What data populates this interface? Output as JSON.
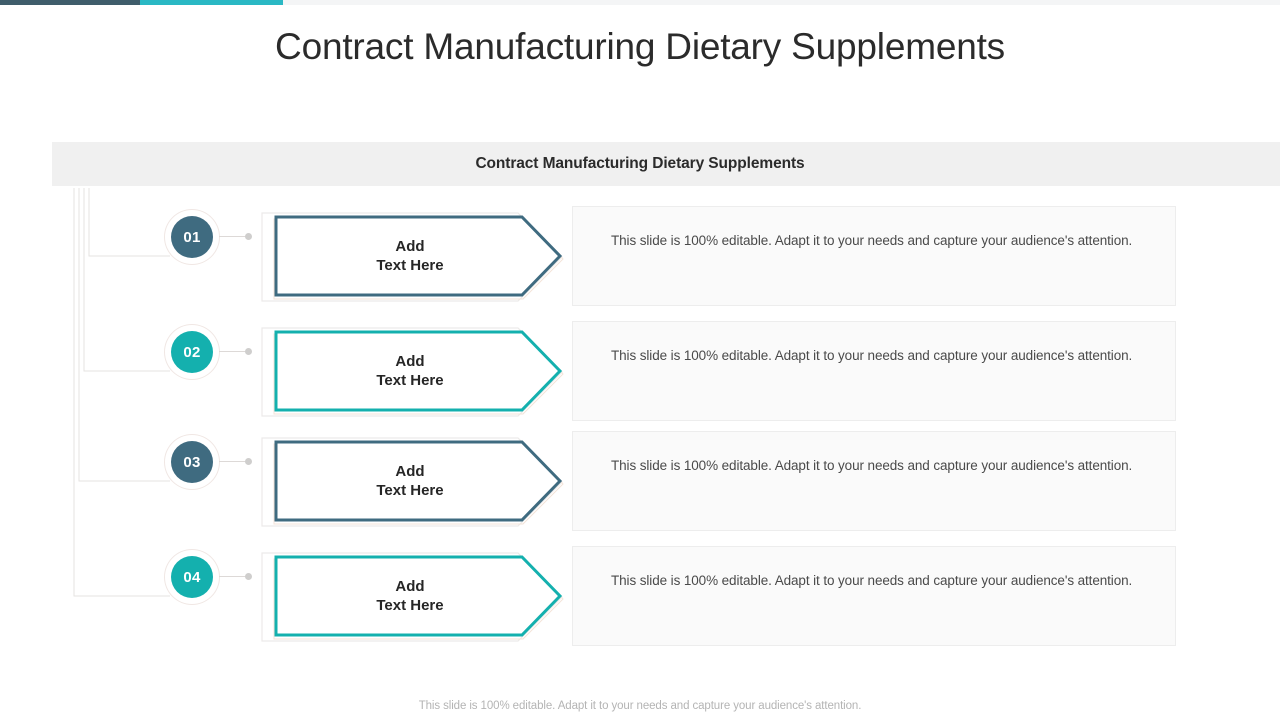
{
  "accent_bar": {
    "segments": [
      {
        "name": "dark",
        "color": "#3f5d6b"
      },
      {
        "name": "teal",
        "color": "#2ab8c4"
      },
      {
        "name": "light",
        "color": "#f4f5f6"
      }
    ]
  },
  "page_title": "Contract Manufacturing Dietary Supplements",
  "section_header": {
    "title": "Contract Manufacturing Dietary Supplements"
  },
  "colors": {
    "slate": "#3f6b80",
    "teal": "#14b0ae",
    "ring": "#f0e7e4",
    "connector": "#ddd9d7",
    "desc_bg": "#fafafa",
    "desc_border": "#ededed",
    "header_bg": "#f0f0f0"
  },
  "rows": [
    {
      "number": "01",
      "accent": "#3f6b80",
      "label_line1": "Add",
      "label_line2": "Text Here",
      "description": "This slide is 100% editable. Adapt it to your needs and capture your audience's attention."
    },
    {
      "number": "02",
      "accent": "#14b0ae",
      "label_line1": "Add",
      "label_line2": "Text Here",
      "description": "This slide is 100% editable. Adapt it to your needs and capture your audience's attention."
    },
    {
      "number": "03",
      "accent": "#3f6b80",
      "label_line1": "Add",
      "label_line2": "Text Here",
      "description": "This slide is 100% editable. Adapt it to your needs and capture your audience's attention."
    },
    {
      "number": "04",
      "accent": "#14b0ae",
      "label_line1": "Add",
      "label_line2": "Text Here",
      "description": "This slide is 100% editable. Adapt it to your needs and capture your audience's attention."
    }
  ],
  "footer": "This slide is 100% editable. Adapt it to your needs and capture your audience's attention."
}
